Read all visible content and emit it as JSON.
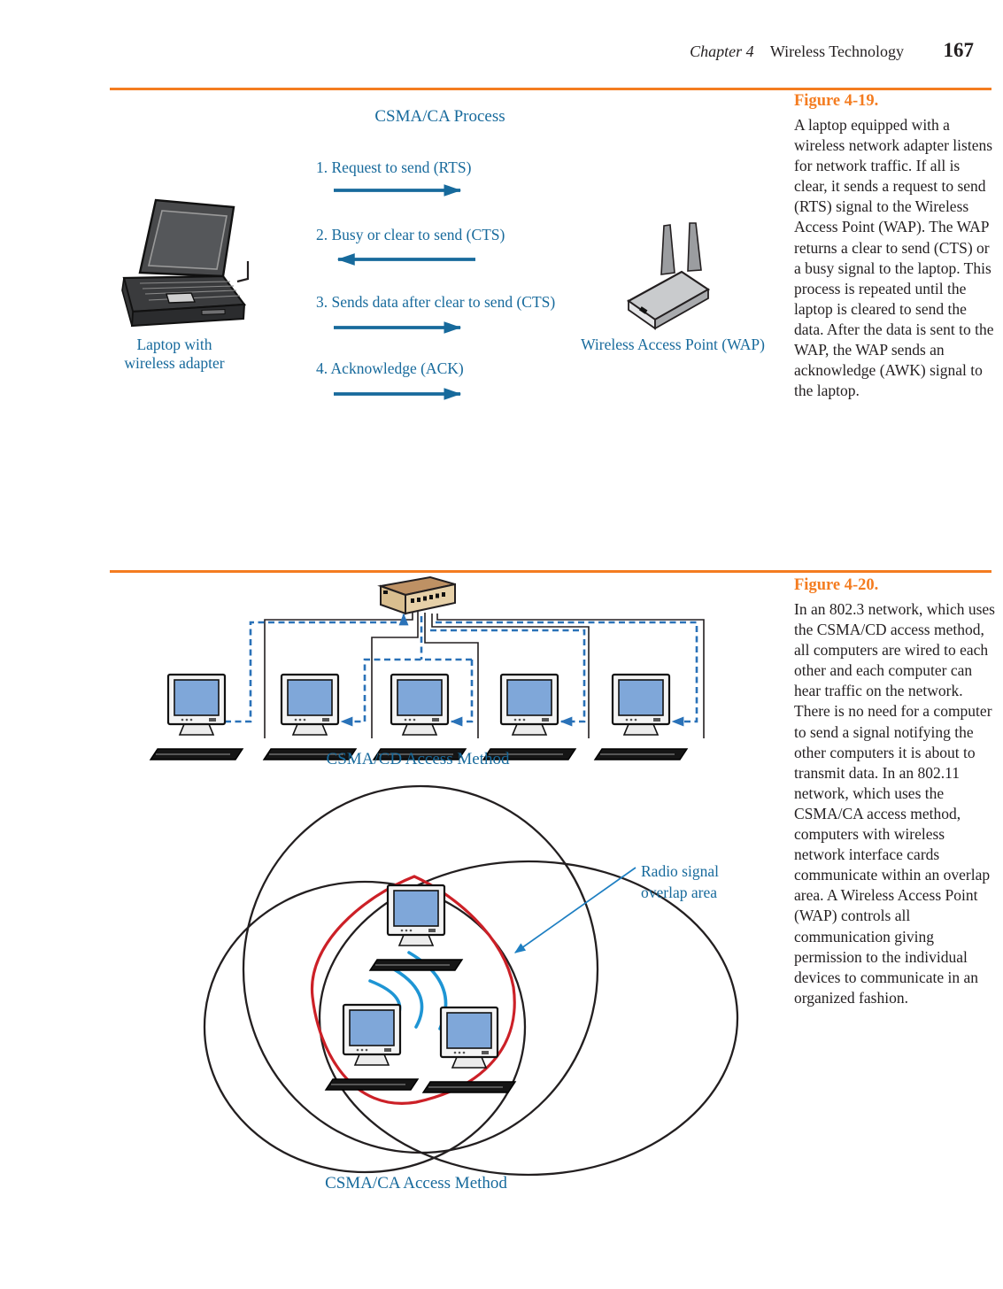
{
  "page": {
    "header": {
      "chapter": "Chapter 4",
      "title": "Wireless Technology",
      "page_number": "167"
    },
    "accent_color": "#F47C20",
    "diagram_text_color": "#176A9C"
  },
  "figure19": {
    "label": "Figure 4-19.",
    "caption": "A laptop equipped with a wireless network adapter listens for network traffic. If all is clear, it sends a request to send (RTS) signal to the Wireless Access Point (WAP). The WAP returns a clear to send (CTS) or a busy signal to the laptop. This process is repeated until the laptop is cleared to send the data. After the data is sent to the WAP, the WAP sends an acknowledge (AWK) signal to the laptop.",
    "diagram_title": "CSMA/CA Process",
    "steps": [
      "1. Request to send (RTS)",
      "2. Busy or clear to send (CTS)",
      "3. Sends data after clear to send (CTS)",
      "4. Acknowledge (ACK)"
    ],
    "laptop_label": [
      "Laptop with",
      "wireless adapter"
    ],
    "wap_label": "Wireless Access Point (WAP)"
  },
  "figure20": {
    "label": "Figure 4-20.",
    "caption": "In an 802.3 network, which uses the CSMA/CD access method, all computers are wired to each other and each computer can hear traffic on the network. There is no need for a computer to send a signal notifying the other computers it is about to transmit data. In an 802.11 network, which uses the CSMA/CA access method, computers with wireless network interface cards communicate within an overlap area. A Wireless Access Point (WAP) controls all communication giving permission to the individual devices to communicate in an organized fashion.",
    "csmacd_label": "CSMA/CD Access Method",
    "csmaca_label": "CSMA/CA Access Method",
    "overlap_label": [
      "Radio signal",
      "overlap area"
    ]
  }
}
